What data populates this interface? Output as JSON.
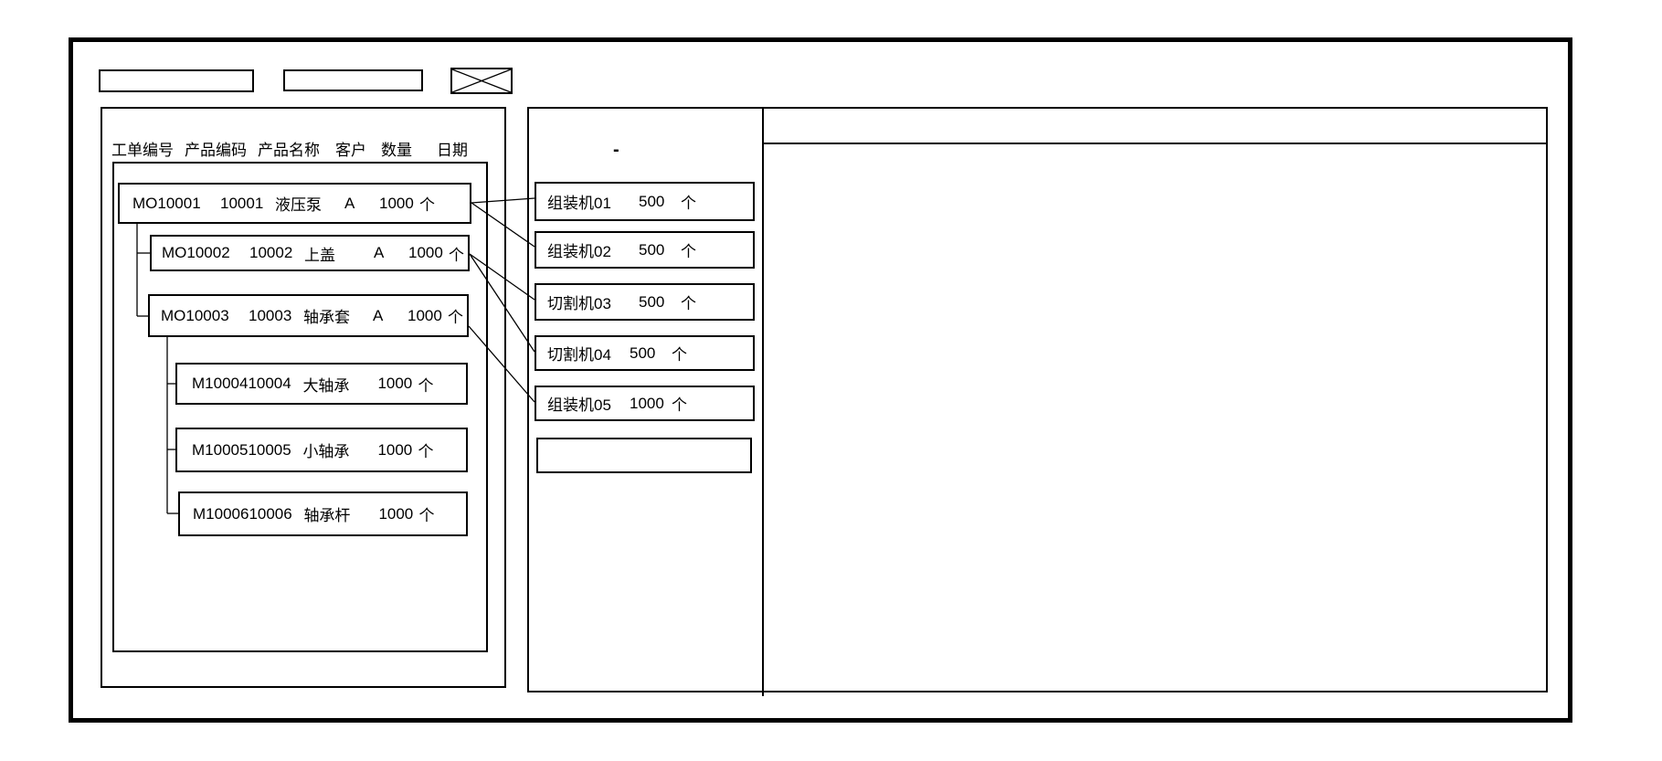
{
  "toolbar": {
    "field1_value": "",
    "field2_value": "",
    "close_icon": "crossed-box"
  },
  "left_panel": {
    "column_headers": [
      "工单编号",
      "产品编码",
      "产品名称",
      "客户",
      "数量",
      "日期"
    ],
    "work_orders": [
      {
        "order_no": "MO10001",
        "product_code": "10001",
        "product_name": "液压泵",
        "customer": "A",
        "quantity": "1000",
        "unit": "个",
        "level": 0
      },
      {
        "order_no": "MO10002",
        "product_code": "10002",
        "product_name": "上盖",
        "customer": "A",
        "quantity": "1000",
        "unit": "个",
        "level": 1
      },
      {
        "order_no": "MO10003",
        "product_code": "10003",
        "product_name": "轴承套",
        "customer": "A",
        "quantity": "1000",
        "unit": "个",
        "level": 1
      },
      {
        "order_no": "M10004",
        "product_code": "10004",
        "product_name": "大轴承",
        "quantity": "1000",
        "unit": "个",
        "level": 2
      },
      {
        "order_no": "M10005",
        "product_code": "10005",
        "product_name": "小轴承",
        "quantity": "1000",
        "unit": "个",
        "level": 2
      },
      {
        "order_no": "M10006",
        "product_code": "10006",
        "product_name": "轴承杆",
        "quantity": "1000",
        "unit": "个",
        "level": 2
      }
    ]
  },
  "machine_panel": {
    "dot_mark": "-",
    "machines": [
      {
        "name": "组装机01",
        "quantity": "500",
        "unit": "个"
      },
      {
        "name": "组装机02",
        "quantity": "500",
        "unit": "个"
      },
      {
        "name": "切割机03",
        "quantity": "500",
        "unit": "个"
      },
      {
        "name": "切割机04",
        "quantity": "500",
        "unit": "个"
      },
      {
        "name": "组装机05",
        "quantity": "1000",
        "unit": "个"
      }
    ],
    "empty_slot_value": ""
  },
  "right_panel": {
    "content": ""
  },
  "connections": [
    {
      "from": "MO10001",
      "to": "组装机01"
    },
    {
      "from": "MO10001",
      "to": "组装机02"
    },
    {
      "from": "MO10002",
      "to": "切割机03"
    },
    {
      "from": "MO10002",
      "to": "切割机04"
    },
    {
      "from": "MO10003",
      "to": "组装机05"
    }
  ],
  "colors": {
    "stroke": "#000000",
    "background": "#ffffff"
  }
}
